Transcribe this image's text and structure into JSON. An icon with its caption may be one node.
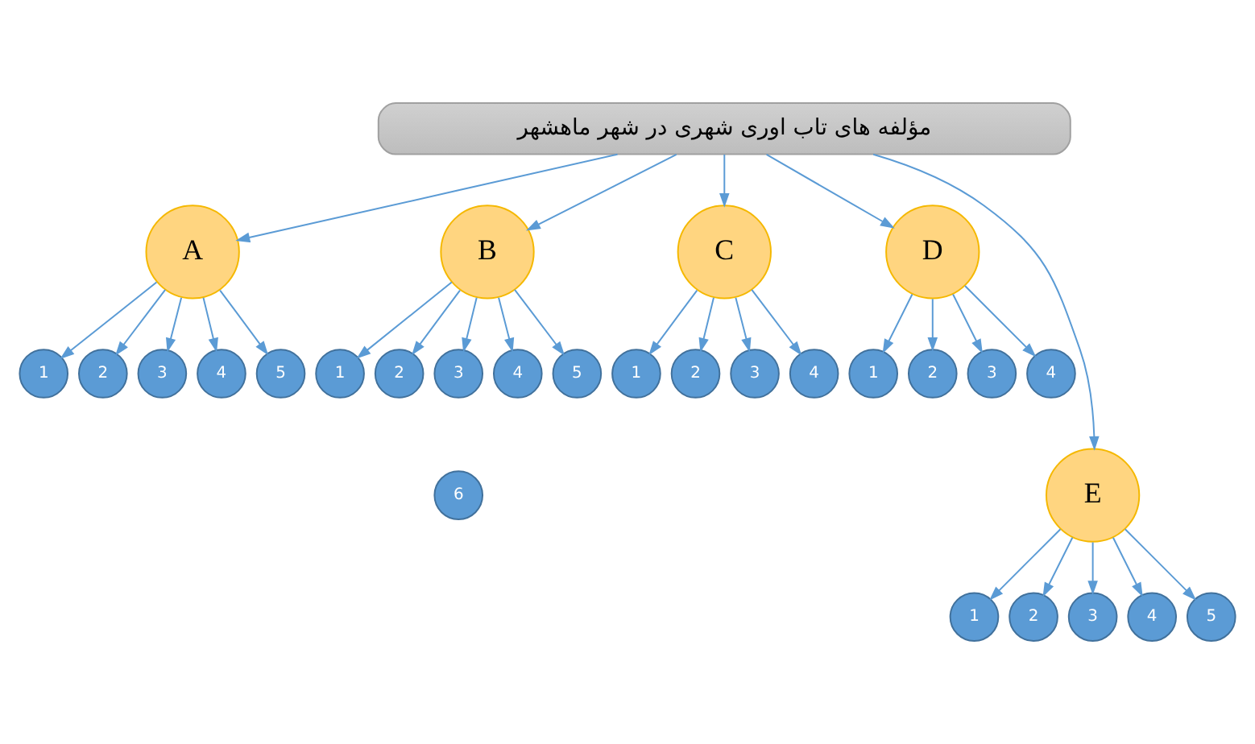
{
  "diagram": {
    "nodes": [
      {
        "text": [
          "مؤلفه های تاب اوری شهری در شهر ماهشهر"
        ]
      },
      {
        "text": [
          "A"
        ]
      },
      {
        "text": [
          "1"
        ]
      },
      {
        "text": [
          "2"
        ]
      },
      {
        "text": [
          "3"
        ]
      },
      {
        "text": [
          "4"
        ]
      },
      {
        "text": [
          "5"
        ]
      },
      {
        "text": [
          "B"
        ]
      },
      {
        "text": [
          "1"
        ]
      },
      {
        "text": [
          "2"
        ]
      },
      {
        "text": [
          "3"
        ]
      },
      {
        "text": [
          "4"
        ]
      },
      {
        "text": [
          "5"
        ]
      },
      {
        "text": [
          "6"
        ]
      },
      {
        "text": [
          "C"
        ]
      },
      {
        "text": [
          "1"
        ]
      },
      {
        "text": [
          "2"
        ]
      },
      {
        "text": [
          "3"
        ]
      },
      {
        "text": [
          "4"
        ]
      },
      {
        "text": [
          "D"
        ]
      },
      {
        "text": [
          "1"
        ]
      },
      {
        "text": [
          "2"
        ]
      },
      {
        "text": [
          "3"
        ]
      },
      {
        "text": [
          "4"
        ]
      },
      {
        "text": [
          "E"
        ]
      },
      {
        "text": [
          "1"
        ]
      },
      {
        "text": [
          "2"
        ]
      },
      {
        "text": [
          "3"
        ]
      },
      {
        "text": [
          "4"
        ]
      },
      {
        "text": [
          "5"
        ]
      }
    ],
    "edges": [
      {
        "from": 0,
        "to": 1,
        "arrow": "to"
      },
      {
        "from": 0,
        "to": 7,
        "arrow": "to"
      },
      {
        "from": 0,
        "to": 14,
        "arrow": "to"
      },
      {
        "from": 0,
        "to": 19,
        "arrow": "to"
      },
      {
        "from": 0,
        "to": 24,
        "arrow": "to"
      },
      {
        "from": 1,
        "to": 2,
        "arrow": "to"
      },
      {
        "from": 1,
        "to": 3,
        "arrow": "to"
      },
      {
        "from": 1,
        "to": 4,
        "arrow": "to"
      },
      {
        "from": 1,
        "to": 5,
        "arrow": "to"
      },
      {
        "from": 1,
        "to": 6,
        "arrow": "to"
      },
      {
        "from": 7,
        "to": 8,
        "arrow": "to"
      },
      {
        "from": 7,
        "to": 9,
        "arrow": "to"
      },
      {
        "from": 7,
        "to": 10,
        "arrow": "to"
      },
      {
        "from": 7,
        "to": 11,
        "arrow": "to"
      },
      {
        "from": 7,
        "to": 12,
        "arrow": "to"
      },
      {
        "from": 14,
        "to": 15,
        "arrow": "to"
      },
      {
        "from": 14,
        "to": 16,
        "arrow": "to"
      },
      {
        "from": 14,
        "to": 17,
        "arrow": "to"
      },
      {
        "from": 14,
        "to": 18,
        "arrow": "to"
      },
      {
        "from": 19,
        "to": 20,
        "arrow": "to"
      },
      {
        "from": 19,
        "to": 21,
        "arrow": "to"
      },
      {
        "from": 19,
        "to": 22,
        "arrow": "to"
      },
      {
        "from": 19,
        "to": 23,
        "arrow": "to"
      },
      {
        "from": 24,
        "to": 25,
        "arrow": "to"
      },
      {
        "from": 24,
        "to": 26,
        "arrow": "to"
      },
      {
        "from": 24,
        "to": 27,
        "arrow": "to"
      },
      {
        "from": 24,
        "to": 28,
        "arrow": "to"
      },
      {
        "from": 24,
        "to": 29,
        "arrow": "to"
      }
    ]
  }
}
